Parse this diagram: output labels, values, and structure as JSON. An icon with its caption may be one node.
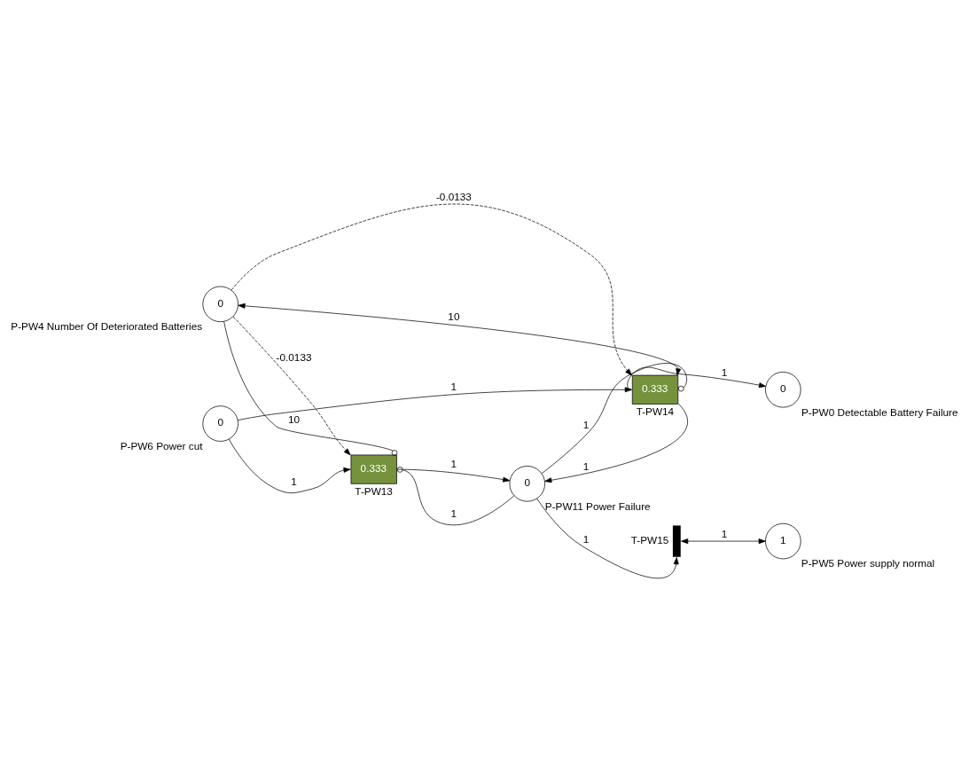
{
  "diagram": {
    "nodes": [
      {
        "text": [
          "0"
        ],
        "beside": [
          "P-PW4 Number Of Deteriorated Batteries"
        ]
      },
      {
        "text": [
          "0"
        ],
        "beside": [
          "P-PW6 Power cut"
        ]
      },
      {
        "text": [
          "0.333"
        ],
        "beside": [
          "T-PW13"
        ]
      },
      {
        "text": [
          "0"
        ],
        "beside": [
          "P-PW11 Power Failure"
        ]
      },
      {
        "text": [],
        "shape": "bar",
        "beside": [
          "T-PW15"
        ]
      },
      {
        "text": [
          "0"
        ],
        "beside": [
          "P-PW0 Detectable Battery Failure"
        ]
      },
      {
        "text": [
          "0.333"
        ],
        "beside": [
          "T-PW14"
        ]
      },
      {
        "text": [
          "1"
        ],
        "beside": [
          "P-PW5 Power supply normal"
        ]
      }
    ],
    "edges": [
      {
        "from": 1,
        "to": 2,
        "arrow": "to",
        "label": "1"
      },
      {
        "from": 0,
        "to": 2,
        "arrow": "to",
        "label": "-0.0133",
        "style": "dashed"
      },
      {
        "from": 0,
        "to": 2,
        "arrow": "other",
        "label": "10"
      },
      {
        "from": 3,
        "to": 2,
        "arrow": "other",
        "label": "1"
      },
      {
        "from": 2,
        "to": 3,
        "arrow": "to",
        "label": "1"
      },
      {
        "from": 1,
        "to": 6,
        "arrow": "to",
        "label": "1"
      },
      {
        "from": 0,
        "to": 6,
        "arrow": "to",
        "label": "-0.0133",
        "style": "dashed"
      },
      {
        "from": 6,
        "to": 0,
        "arrow": "both",
        "label": "10"
      },
      {
        "from": 3,
        "to": 6,
        "arrow": "other",
        "label": "1"
      },
      {
        "from": 6,
        "to": 3,
        "arrow": "to",
        "label": "1"
      },
      {
        "from": 6,
        "to": 5,
        "arrow": "to",
        "label": "1"
      },
      {
        "from": 3,
        "to": 4,
        "arrow": "to",
        "label": "1"
      },
      {
        "from": 4,
        "to": 7,
        "arrow": "both",
        "label": "1"
      }
    ]
  }
}
